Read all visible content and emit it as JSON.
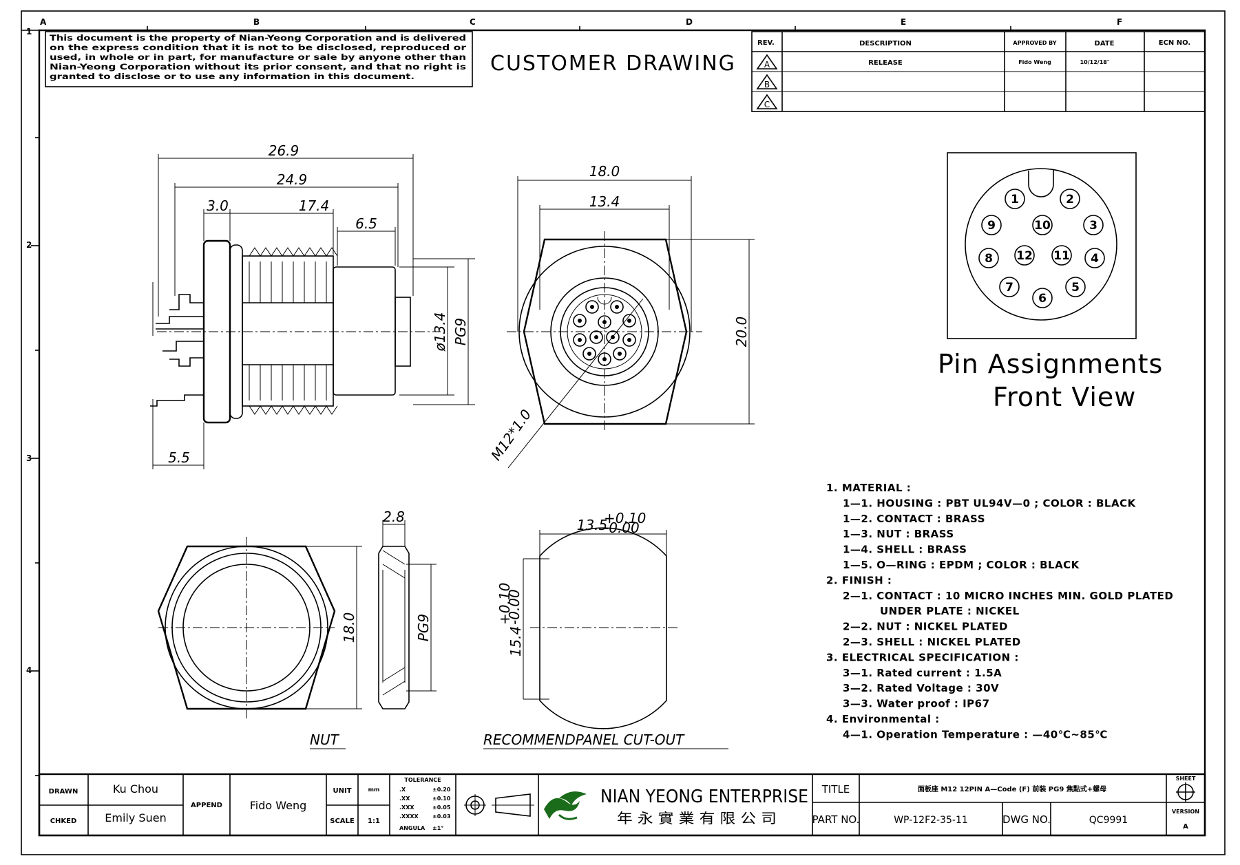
{
  "border": {
    "columns": [
      "A",
      "B",
      "C",
      "D",
      "E",
      "F"
    ],
    "rows": [
      "1",
      "2",
      "3",
      "4"
    ]
  },
  "notice": [
    "This document is the property of Nian-Yeong Corporation and is delivered",
    "on  the  express condition that it is not to be disclosed, reproduced or",
    "used, in whole or in part, for manufacture or sale by anyone other than",
    "Nian-Yeong Corporation without  its prior consent, and that  no right  is",
    "granted to disclose or to use any information in this  document."
  ],
  "heading": "CUSTOMER  DRAWING",
  "revision_table": {
    "headers": [
      "REV.",
      "DESCRIPTION",
      "APPROVED BY",
      "DATE",
      "ECN NO."
    ],
    "rows": [
      {
        "rev": "A",
        "description": "RELEASE",
        "approved_by": "Fido Weng",
        "date": "10/12/18″",
        "ecn": ""
      },
      {
        "rev": "B",
        "description": "",
        "approved_by": "",
        "date": "",
        "ecn": ""
      },
      {
        "rev": "C",
        "description": "",
        "approved_by": "",
        "date": "",
        "ecn": ""
      }
    ]
  },
  "side_view": {
    "dims": {
      "overall": "26.9",
      "body": "24.9",
      "flange": "3.0",
      "thread": "17.4",
      "tail": "6.5",
      "pins": "5.5",
      "diameter": "ø13.4",
      "thread_spec": "PG9"
    }
  },
  "front_view": {
    "dims": {
      "width": "18.0",
      "inner": "13.4",
      "height": "20.0",
      "thread": "M12*1.0"
    }
  },
  "pin_assignments": {
    "title_line1": "Pin  Assignments",
    "title_line2": "Front  View",
    "pins": [
      "1",
      "2",
      "3",
      "4",
      "5",
      "6",
      "7",
      "8",
      "9",
      "10",
      "11",
      "12"
    ]
  },
  "nut_view": {
    "label": "NUT",
    "dims": {
      "thickness": "2.8",
      "height": "18.0",
      "thread_spec": "PG9"
    }
  },
  "cutout_view": {
    "label": "RECOMMENDPANEL  CUT-OUT",
    "dims": {
      "width": "13.5",
      "width_tol_upper": "+0.10",
      "width_tol_lower": "-0.00",
      "height": "15.4",
      "height_tol_upper": "+0.10",
      "height_tol_lower": "-0.00"
    }
  },
  "notes": [
    {
      "indent": 0,
      "text": "1.  MATERIAL  :"
    },
    {
      "indent": 1,
      "text": "1—1.  HOUSING  :  PBT  UL94V—0  ;  COLOR  :  BLACK"
    },
    {
      "indent": 1,
      "text": "1—2.  CONTACT  :  BRASS"
    },
    {
      "indent": 1,
      "text": "1—3.  NUT  :  BRASS"
    },
    {
      "indent": 1,
      "text": "1—4.  SHELL  :  BRASS"
    },
    {
      "indent": 1,
      "text": "1—5.  O—RING  :  EPDM  ;  COLOR  :  BLACK"
    },
    {
      "indent": 0,
      "text": "2.  FINISH  :"
    },
    {
      "indent": 1,
      "text": "2—1.  CONTACT  :  10  MICRO  INCHES  MIN.  GOLD  PLATED"
    },
    {
      "indent": 2,
      "text": "UNDER  PLATE  :  NICKEL"
    },
    {
      "indent": 1,
      "text": "2—2.  NUT  :  NICKEL  PLATED"
    },
    {
      "indent": 1,
      "text": "2—3.  SHELL  :  NICKEL  PLATED"
    },
    {
      "indent": 0,
      "text": "3.  ELECTRICAL  SPECIFICATION  :"
    },
    {
      "indent": 1,
      "text": "3—1.  Rated  current  :  1.5A"
    },
    {
      "indent": 1,
      "text": "3—2.  Rated  Voltage  :  30V"
    },
    {
      "indent": 1,
      "text": "3—3.  Water  proof  :  IP67"
    },
    {
      "indent": 0,
      "text": "4.  Environmental  :"
    },
    {
      "indent": 1,
      "text": "4—1.  Operation  Temperature  :  —40℃~85℃"
    }
  ],
  "title_block": {
    "drawn_label": "DRAWN",
    "drawn": "Ku Chou",
    "checked_label": "CHKED",
    "checked": "Emily Suen",
    "append_label": "APPEND",
    "append": "Fido Weng",
    "unit_label": "UNIT",
    "unit": "mm",
    "scale_label": "SCALE",
    "scale": "1:1",
    "tolerance": {
      "title": "TOLERANCE",
      "rows": [
        {
          "k": ".X",
          "v": "±0.20"
        },
        {
          "k": ".XX",
          "v": "±0.10"
        },
        {
          "k": ".XXX",
          "v": "±0.05"
        },
        {
          "k": ".XXXX",
          "v": "±0.03"
        },
        {
          "k": "ANGULA",
          "v": "±1°"
        }
      ]
    },
    "company": "NIAN YEONG ENTERPRISE",
    "company_cn": "年 永 實 業 有 限 公 司",
    "title_label": "TITLE",
    "title": "面板座 M12  12PIN  A—Code (F) 前裝 PG9 焦點式+螺母",
    "part_label": "PART NO.",
    "part": "WP-12F2-35-11",
    "dwg_label": "DWG NO.",
    "dwg": "QC9991",
    "sheet_label": "SHEET",
    "version_label": "VERSION",
    "version": "A"
  }
}
